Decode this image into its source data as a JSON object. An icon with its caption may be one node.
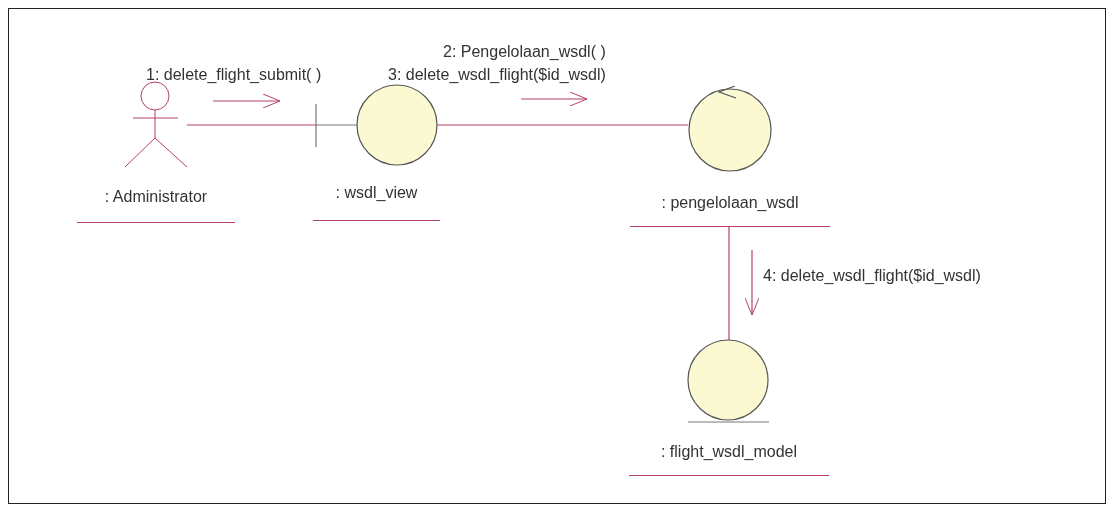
{
  "diagram": {
    "nodes": [
      {
        "text": [
          ": Administrator"
        ]
      },
      {
        "text": [
          ": wsdl_view"
        ]
      },
      {
        "text": [
          ": pengelolaan_wsdl"
        ]
      },
      {
        "text": [
          ": flight_wsdl_model"
        ]
      }
    ],
    "edges": [
      {
        "from": 0,
        "to": 1,
        "arrow": "none"
      },
      {
        "from": 1,
        "to": 2,
        "arrow": "none"
      },
      {
        "from": 2,
        "to": 3,
        "arrow": "none"
      }
    ],
    "labels": [
      "1: delete_flight_submit( )",
      "2: Pengelolaan_wsdl( )",
      "3: delete_wsdl_flight($id_wsdl)",
      "4: delete_wsdl_flight($id_wsdl)"
    ]
  }
}
